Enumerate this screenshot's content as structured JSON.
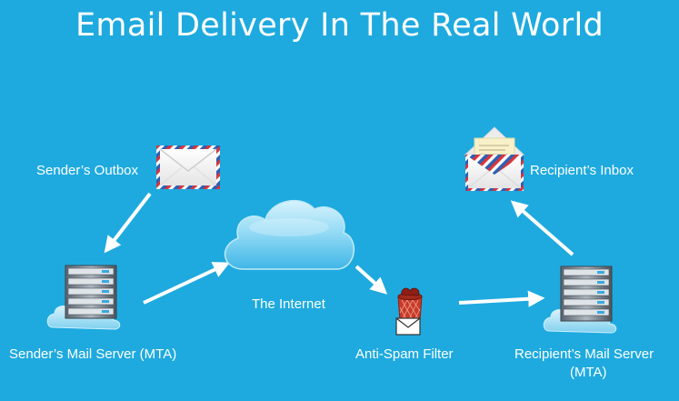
{
  "title": "Email Delivery In The Real World",
  "nodes": {
    "sender_outbox": "Sender’s Outbox",
    "sender_server": "Sender’s Mail Server (MTA)",
    "internet": "The Internet",
    "spam_filter": "Anti-Spam Filter",
    "recipient_server_line1": "Recipient’s Mail Server",
    "recipient_server_line2": "(MTA)",
    "recipient_inbox": "Recipient’s Inbox"
  },
  "colors": {
    "background": "#1eaadf",
    "arrow": "#ffffff",
    "cloud": "#7fd3f2",
    "envelope_stripe_red": "#d9343a",
    "envelope_stripe_blue": "#2f5fb0"
  },
  "icons": [
    "envelope-icon",
    "open-envelope-icon",
    "server-icon",
    "cloud-icon",
    "trash-bin-icon"
  ]
}
